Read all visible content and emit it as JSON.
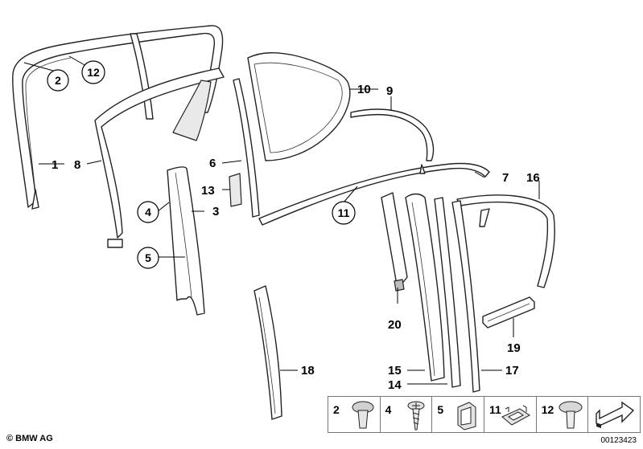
{
  "diagram": {
    "labels": {
      "p1": "1",
      "p2": "2",
      "p3": "3",
      "p4": "4",
      "p5": "5",
      "p6": "6",
      "p7": "7",
      "p8": "8",
      "p9": "9",
      "p10": "10",
      "p11": "11",
      "p12": "12",
      "p13": "13",
      "p14": "14",
      "p15": "15",
      "p16": "16",
      "p17": "17",
      "p18": "18",
      "p19": "19",
      "p20": "20"
    }
  },
  "legend": {
    "cells": [
      {
        "number": "2",
        "icon": "push-rivet-icon"
      },
      {
        "number": "4",
        "icon": "screw-icon"
      },
      {
        "number": "5",
        "icon": "clip-icon"
      },
      {
        "number": "11",
        "icon": "holder-clip-icon"
      },
      {
        "number": "12",
        "icon": "expanding-rivet-icon"
      },
      {
        "number": "",
        "icon": "arrow-icon"
      }
    ]
  },
  "footer": {
    "copyright": "© BMW AG",
    "doc_number": "00123423"
  }
}
